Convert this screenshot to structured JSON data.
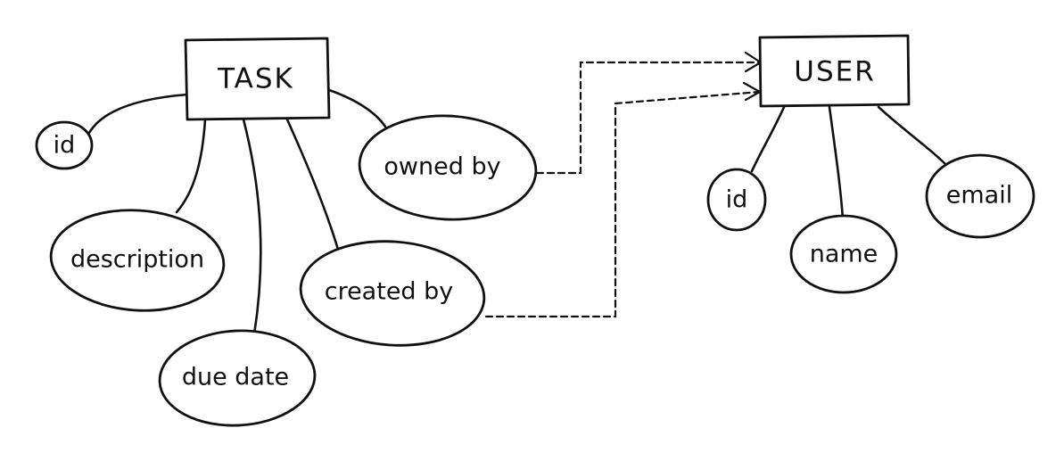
{
  "diagram": {
    "entities": {
      "task": {
        "label": "TASK"
      },
      "user": {
        "label": "USER"
      }
    },
    "task_attributes": {
      "id": "id",
      "description": "description",
      "due_date": "due date",
      "created_by": "created by",
      "owned_by": "owned by"
    },
    "user_attributes": {
      "id": "id",
      "name": "name",
      "email": "email"
    },
    "colors": {
      "ink": "#111111",
      "paper": "#ffffff"
    }
  }
}
